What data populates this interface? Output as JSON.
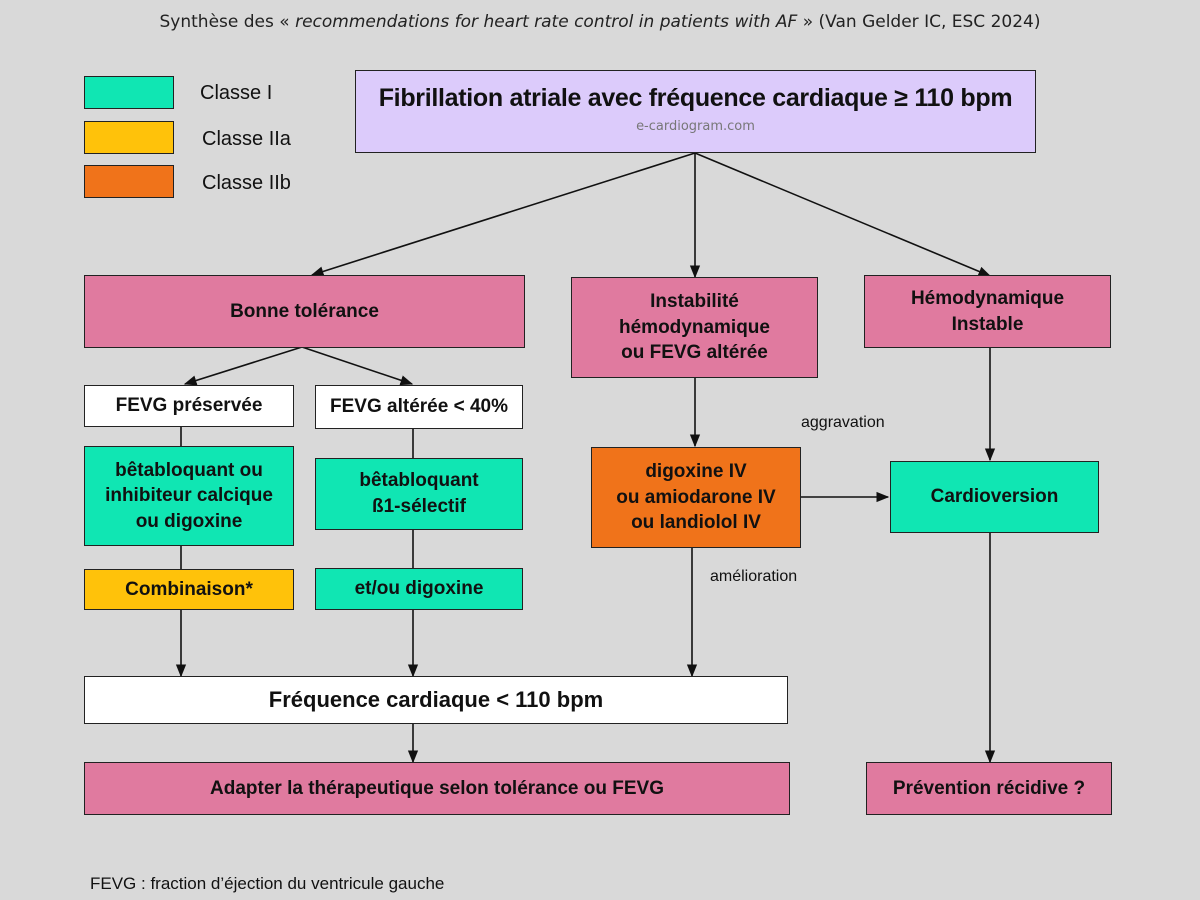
{
  "title": {
    "prefix": "Synthèse des « ",
    "italic": "recommendations for heart rate control in patients with AF",
    "suffix": " » (Van Gelder IC, ESC 2024)"
  },
  "legend": [
    {
      "label": "Classe I",
      "color": "#10e6b3"
    },
    {
      "label": "Classe IIa",
      "color": "#ffc20a"
    },
    {
      "label": "Classe IIb",
      "color": "#f0731a"
    }
  ],
  "colors": {
    "background": "#d9d9d9",
    "header_box": "#dccbfb",
    "situation_box": "#e07a9f",
    "class_I": "#10e6b3",
    "class_IIa": "#ffc20a",
    "class_IIb": "#f0731a",
    "neutral_box": "#ffffff"
  },
  "header": {
    "text": "Fibrillation atriale avec fréquence cardiaque ≥ 110 bpm",
    "watermark": "e-cardiogram.com"
  },
  "nodes": {
    "bonne_tolerance": "Bonne tolérance",
    "instabilite": [
      "Instabilité",
      "hémodynamique",
      "ou FEVG altérée"
    ],
    "hemo_instable": [
      "Hémodynamique",
      "Instable"
    ],
    "fevg_preservee": "FEVG préservée",
    "fevg_alteree": "FEVG altérée < 40%",
    "traitement_preservee": [
      "bêtabloquant ou",
      "inhibiteur calcique",
      "ou digoxine"
    ],
    "traitement_alteree": [
      "bêtabloquant",
      "ß1-sélectif"
    ],
    "combinaison": "Combinaison*",
    "et_ou_digoxine": "et/ou digoxine",
    "traitement_iv": [
      "digoxine IV",
      "ou amiodarone IV",
      "ou landiolol IV"
    ],
    "cardioversion": "Cardioversion",
    "fc_cible": "Fréquence cardiaque < 110 bpm",
    "adapter": "Adapter la thérapeutique selon tolérance ou FEVG",
    "prevention": "Prévention récidive ?"
  },
  "edge_labels": {
    "aggravation": "aggravation",
    "amelioration": "amélioration"
  },
  "footnote": "FEVG : fraction d’éjection du ventricule gauche"
}
